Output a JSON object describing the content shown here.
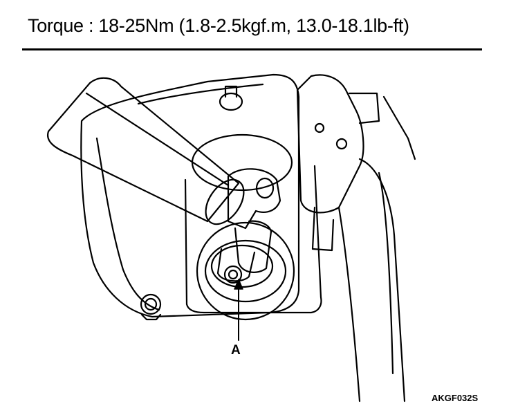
{
  "header": {
    "torque_spec": "Torque : 18-25Nm (1.8-2.5kgf.m, 13.0-18.1lb-ft)"
  },
  "illustration": {
    "callout_label": "A",
    "figure_code": "AKGF032S",
    "icons": [
      "mounting-bolt-icon",
      "pinch-bolt-icon"
    ],
    "line_color": "#000000",
    "background_color": "#ffffff"
  }
}
